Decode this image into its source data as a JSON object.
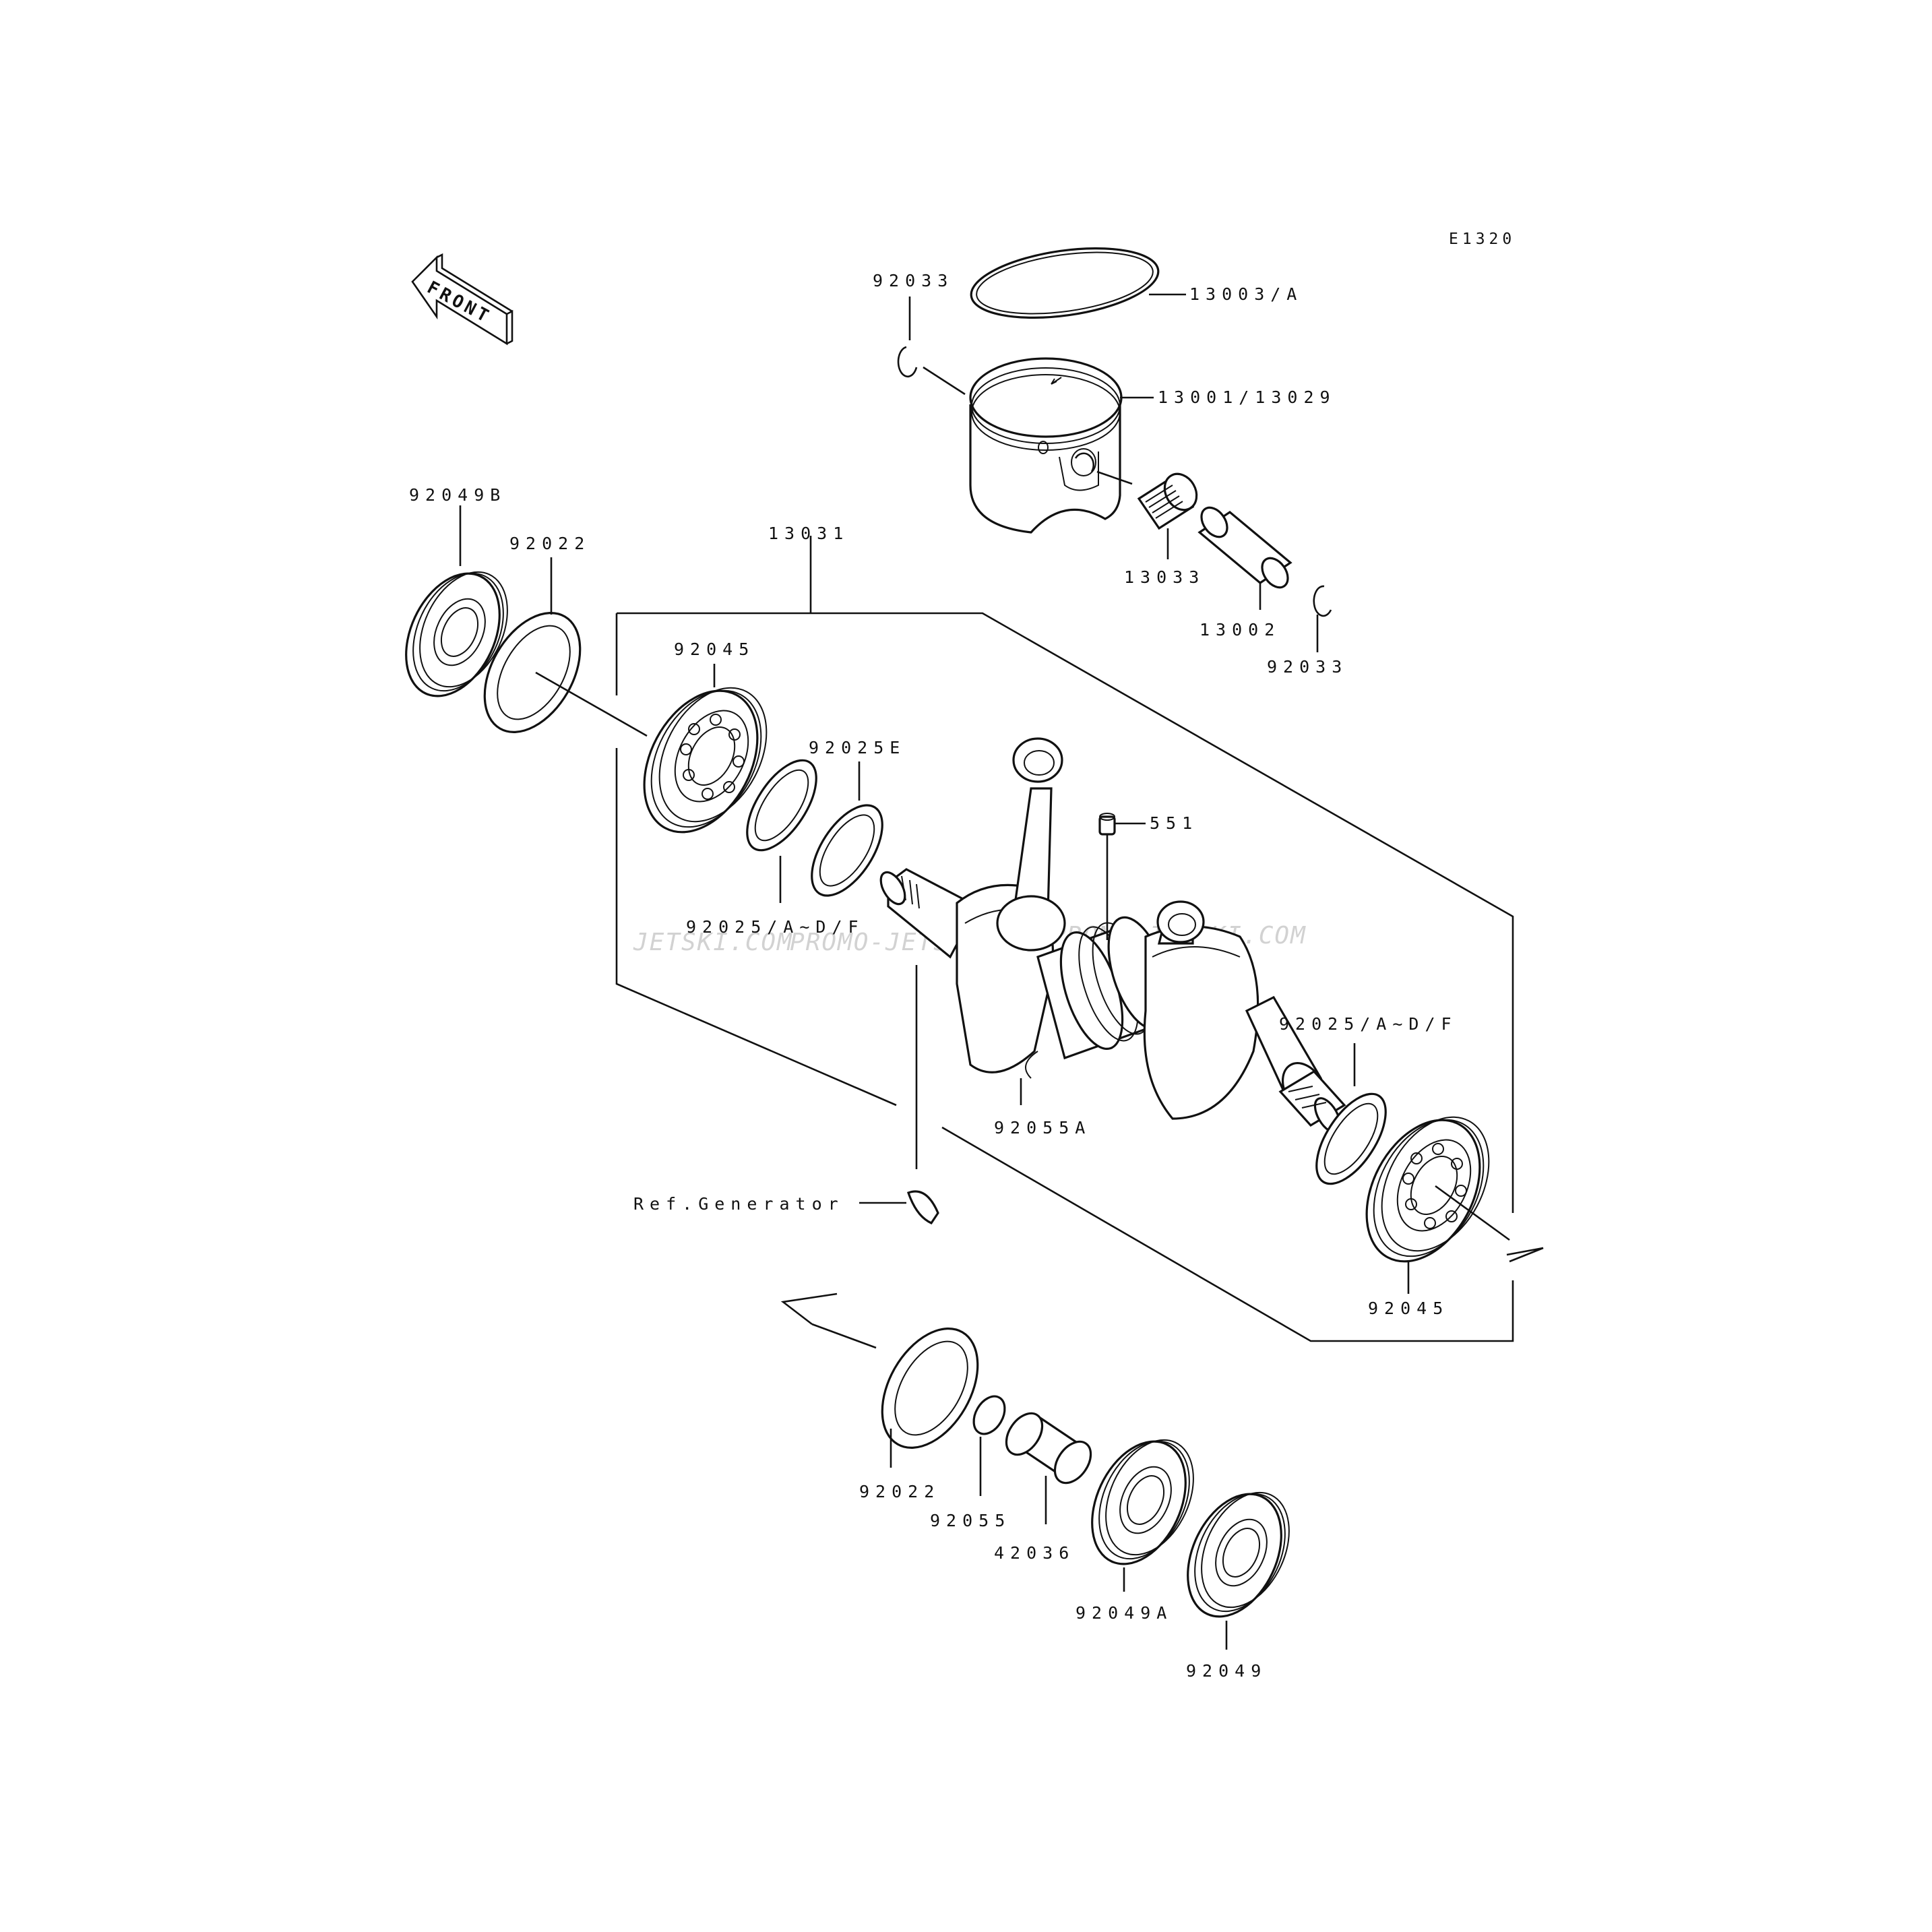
{
  "diagram_code": "E1320",
  "front_label": "FRONT",
  "watermarks": [
    "JETSKI.COM",
    "PROMO-JETSKI.COM",
    "PROMO-JETSKI.COM"
  ],
  "parts": {
    "ring": "13003/A",
    "piston": "13001/13029",
    "circlip_top": "92033",
    "circlip_bottom": "92033",
    "needle_bearing": "13033",
    "piston_pin": "13002",
    "crankshaft_assy": "13031",
    "oil_seal_b": "92049B",
    "spacer_left": "92022",
    "bearing_left": "92045",
    "shim_e": "92025E",
    "shim_left": "92025/A~D/F",
    "pin_551": "551",
    "shim_right": "92025/A~D/F",
    "oring_crank": "92055A",
    "ref_generator": "Ref.Generator",
    "bearing_right": "92045",
    "spacer_right": "92022",
    "oring_right": "92055",
    "collar": "42036",
    "oil_seal_a": "92049A",
    "oil_seal": "92049"
  }
}
